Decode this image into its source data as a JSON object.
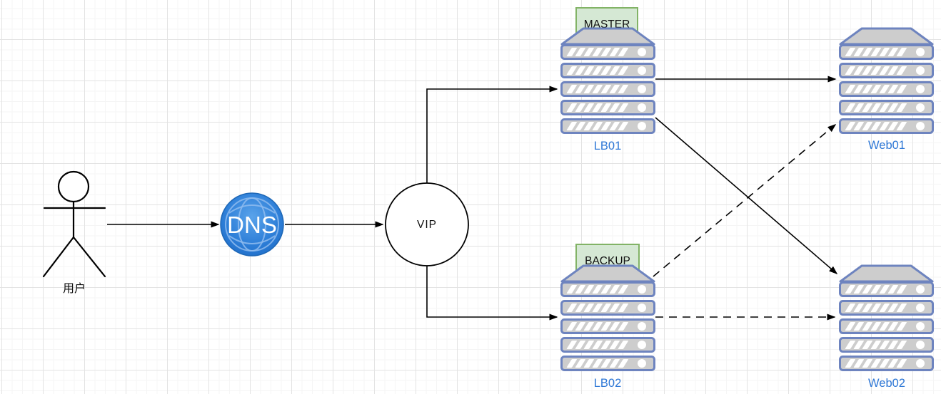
{
  "nodes": {
    "user": {
      "label": "用户",
      "type": "actor"
    },
    "dns": {
      "label": "DNS",
      "type": "globe"
    },
    "vip": {
      "label": "VIP",
      "type": "circle"
    },
    "lb01": {
      "label": "LB01",
      "badge": "MASTER",
      "type": "server-stack"
    },
    "lb02": {
      "label": "LB02",
      "badge": "BACKUP",
      "type": "server-stack"
    },
    "web01": {
      "label": "Web01",
      "type": "server-stack"
    },
    "web02": {
      "label": "Web02",
      "type": "server-stack"
    }
  },
  "edges": [
    {
      "from": "user",
      "to": "dns",
      "style": "solid"
    },
    {
      "from": "dns",
      "to": "vip",
      "style": "solid"
    },
    {
      "from": "vip",
      "to": "lb01",
      "style": "solid"
    },
    {
      "from": "vip",
      "to": "lb02",
      "style": "solid"
    },
    {
      "from": "lb01",
      "to": "web01",
      "style": "solid"
    },
    {
      "from": "lb01",
      "to": "web02",
      "style": "solid"
    },
    {
      "from": "lb02",
      "to": "web01",
      "style": "dashed"
    },
    {
      "from": "lb02",
      "to": "web02",
      "style": "dashed"
    }
  ],
  "colors": {
    "node_label": "#2f78d6",
    "badge_fill": "#d5e8d4",
    "badge_border": "#82b366",
    "server_border": "#6e84bf",
    "server_fill": "#cdcdcd",
    "edge": "#000000",
    "grid_minor": "#f5f5f5",
    "grid_major": "#e3e3e3",
    "dns_blue": "#2377d2"
  }
}
